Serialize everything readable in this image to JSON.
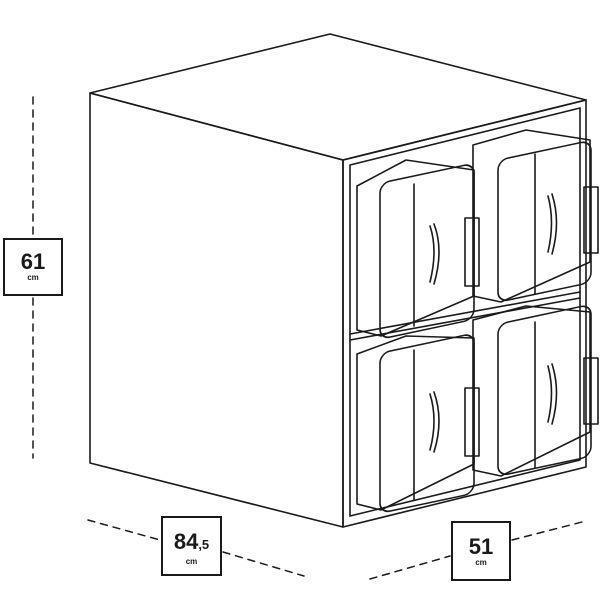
{
  "figure": {
    "subject": "cube-cabinet-with-four-bins",
    "line_color": "#1a1a1a",
    "background": "#ffffff"
  },
  "dimensions": {
    "height": {
      "value": "61",
      "unit": "cm"
    },
    "width": {
      "value": "84",
      "decimal": ",5",
      "unit": "cm"
    },
    "depth": {
      "value": "51",
      "unit": "cm"
    }
  }
}
